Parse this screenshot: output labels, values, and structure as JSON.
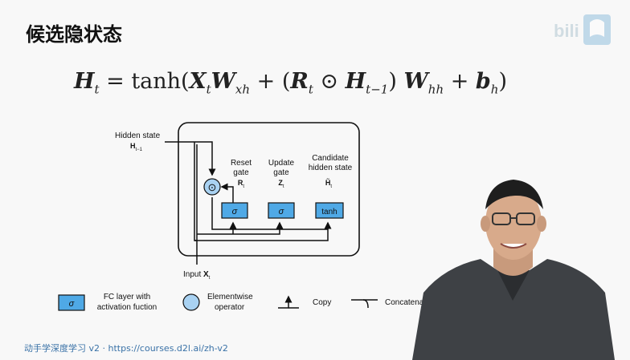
{
  "slide": {
    "title": "候选隐状态",
    "formula": {
      "lhs": "H",
      "lhs_sub": "t",
      "eq": " = tanh(",
      "x": "X",
      "x_sub": "t",
      "w1": "W",
      "w1_sub": "xh",
      "plus1": " + (",
      "r": "R",
      "r_sub": "t",
      "odot": " ⊙ ",
      "h": "H",
      "h_sub": "t−1",
      "close": ")",
      "w2": "W",
      "w2_sub": "hh",
      "plus2": " + ",
      "b": "b",
      "b_sub": "h",
      "end": ")"
    },
    "footer": "动手学深度学习 v2 · https://courses.d2l.ai/zh-v2"
  },
  "diagram": {
    "hidden_state_label": "Hidden state",
    "hidden_state_sym": "H",
    "hidden_state_sub": "t−1",
    "reset_gate_line1": "Reset",
    "reset_gate_line2": "gate",
    "reset_sym": "R",
    "reset_sub": "t",
    "update_gate_line1": "Update",
    "update_gate_line2": "gate",
    "update_sym": "Z",
    "update_sub": "t",
    "candidate_line1": "Candidate",
    "candidate_line2": "hidden state",
    "candidate_sym": "H̃",
    "candidate_sub": "t",
    "sigma1": "σ",
    "sigma2": "σ",
    "tanh_box": "tanh",
    "odot_symbol": "⊙",
    "input_label": "Input",
    "input_sym": "X",
    "input_sub": "t"
  },
  "legend": {
    "fc_symbol": "σ",
    "fc_line1": "FC layer with",
    "fc_line2": "activation fuction",
    "elementwise_line1": "Elementwise",
    "elementwise_line2": "operator",
    "copy": "Copy",
    "concatenate": "Concatenat"
  },
  "colors": {
    "box_blue": "#4fa9e6",
    "circle_blue": "#a9d2f2",
    "footer_link": "#3a72a7",
    "background": "#f8f8f8"
  }
}
